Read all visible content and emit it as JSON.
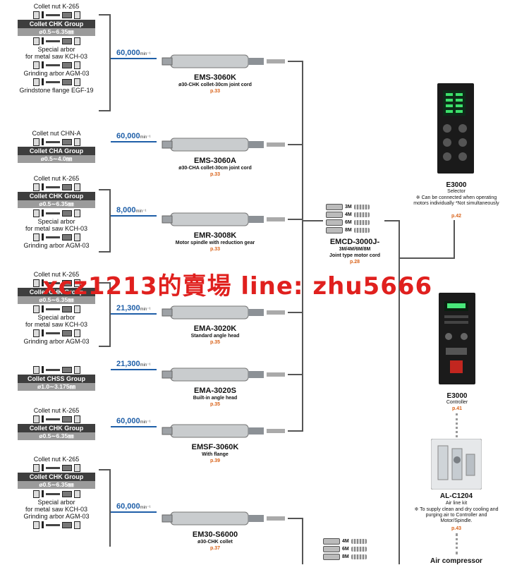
{
  "groups": [
    {
      "rows": [
        {
          "type": "label",
          "text": "Collet nut K-265"
        },
        {
          "type": "parts"
        },
        {
          "type": "group",
          "text": "Collet CHK Group"
        },
        {
          "type": "range",
          "text": "ø0.5∼6.35㎜"
        },
        {
          "type": "parts"
        },
        {
          "type": "label",
          "text": "Special arbor"
        },
        {
          "type": "label",
          "text": "for metal saw KCH-03"
        },
        {
          "type": "parts"
        },
        {
          "type": "label",
          "text": "Grinding arbor AGM-03"
        },
        {
          "type": "parts"
        },
        {
          "type": "label",
          "text": "Grindstone flange EGF-19"
        }
      ]
    },
    {
      "rows": [
        {
          "type": "label",
          "text": "Collet nut CHN-A"
        },
        {
          "type": "parts"
        },
        {
          "type": "group",
          "text": "Collet CHA Group"
        },
        {
          "type": "range",
          "text": "ø0.5∼4.0㎜"
        }
      ]
    },
    {
      "rows": [
        {
          "type": "label",
          "text": "Collet nut K-265"
        },
        {
          "type": "parts"
        },
        {
          "type": "group",
          "text": "Collet CHK Group"
        },
        {
          "type": "range",
          "text": "ø0.5∼6.35㎜"
        },
        {
          "type": "parts"
        },
        {
          "type": "label",
          "text": "Special arbor"
        },
        {
          "type": "label",
          "text": "for metal saw KCH-03"
        },
        {
          "type": "parts"
        },
        {
          "type": "label",
          "text": "Grinding arbor AGM-03"
        }
      ]
    },
    {
      "rows": [
        {
          "type": "label",
          "text": "Collet nut K-265"
        },
        {
          "type": "parts"
        },
        {
          "type": "group",
          "text": "Collet CHK Group"
        },
        {
          "type": "range",
          "text": "ø0.5∼6.35㎜"
        },
        {
          "type": "parts"
        },
        {
          "type": "label",
          "text": "Special arbor"
        },
        {
          "type": "label",
          "text": "for metal saw KCH-03"
        },
        {
          "type": "parts"
        },
        {
          "type": "label",
          "text": "Grinding arbor AGM-03"
        }
      ]
    },
    {
      "rows": [
        {
          "type": "parts"
        },
        {
          "type": "group",
          "text": "Collet CHSS Group"
        },
        {
          "type": "range",
          "text": "ø1.0∼3.175㎜"
        }
      ]
    },
    {
      "rows": [
        {
          "type": "label",
          "text": "Collet nut K-265"
        },
        {
          "type": "parts"
        },
        {
          "type": "group",
          "text": "Collet CHK Group"
        },
        {
          "type": "range",
          "text": "ø0.5∼6.35㎜"
        }
      ]
    },
    {
      "rows": [
        {
          "type": "label",
          "text": "Collet nut K-265"
        },
        {
          "type": "parts"
        },
        {
          "type": "group",
          "text": "Collet CHK Group"
        },
        {
          "type": "range",
          "text": "ø0.5∼6.35㎜"
        },
        {
          "type": "parts"
        },
        {
          "type": "label",
          "text": "Special arbor"
        },
        {
          "type": "label",
          "text": "for metal saw KCH-03"
        },
        {
          "type": "label",
          "text": "Grinding arbor AGM-03"
        },
        {
          "type": "parts"
        }
      ]
    }
  ],
  "speeds": [
    {
      "value": "60,000",
      "unit": "min⁻¹"
    },
    {
      "value": "60,000",
      "unit": "min⁻¹"
    },
    {
      "value": "8,000",
      "unit": "min⁻¹"
    },
    {
      "value": "21,300",
      "unit": "min⁻¹"
    },
    {
      "value": "21,300",
      "unit": "min⁻¹"
    },
    {
      "value": "60,000",
      "unit": "min⁻¹"
    },
    {
      "value": "60,000",
      "unit": "min⁻¹"
    }
  ],
  "motors": [
    {
      "name": "EMS-3060K",
      "desc": "ø30-CHK collet-30cm joint cord",
      "page": "p.33"
    },
    {
      "name": "EMS-3060A",
      "desc": "ø30-CHA collet-30cm joint cord",
      "page": "p.33"
    },
    {
      "name": "EMR-3008K",
      "desc": "Motor spindle with reduction gear",
      "page": "p.33"
    },
    {
      "name": "EMA-3020K",
      "desc": "Standard angle head",
      "page": "p.35"
    },
    {
      "name": "EMA-3020S",
      "desc": "Built-in angle head",
      "page": "p.35"
    },
    {
      "name": "EMSF-3060K",
      "desc": "With flange",
      "page": "p.39"
    },
    {
      "name": "EM30-S6000",
      "desc": "ø30-CHK collet",
      "page": "p.37"
    }
  ],
  "cord": {
    "lengths": [
      "3M",
      "4M",
      "6M",
      "8M"
    ],
    "name": "EMCD-3000J-",
    "sub": "3M/4M/6M/8M",
    "desc": "Joint type motor cord",
    "page": "p.28"
  },
  "cord2": {
    "lengths": [
      "4M",
      "6M",
      "8M"
    ]
  },
  "selector": {
    "name": "E3000",
    "sub": "Selector",
    "desc": "※ Can be connected when operating motors individually *Not simultaneously",
    "page": "p.42"
  },
  "controller": {
    "name": "E3000",
    "sub": "Controller",
    "page": "p.41"
  },
  "airkit": {
    "name": "AL-C1204",
    "sub": "Air line kit",
    "desc": "※ To supply clean and dry cooling and purging air to Controller and Motor/Spindle.",
    "page": "p.43"
  },
  "compressor": {
    "name": "Air compressor"
  },
  "watermark": "xcz1213的賣場 line: zhu5666",
  "colors": {
    "accent": "#1f5fa8",
    "page": "#d9631a",
    "group": "#3e3e3e",
    "range": "#9b9b9b",
    "watermark": "#e0201e"
  }
}
